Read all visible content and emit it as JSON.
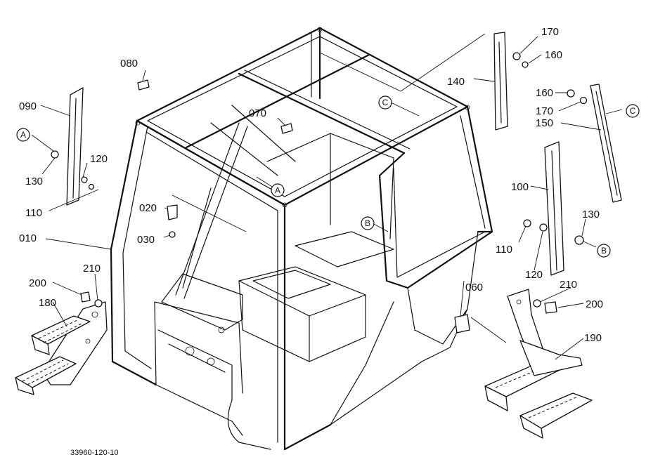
{
  "diagram": {
    "figure_number": "33960-120-10",
    "reference_marks": {
      "a": "A",
      "b": "B",
      "c": "C"
    },
    "parts": {
      "p010": "010",
      "p020": "020",
      "p030": "030",
      "p060": "060",
      "p070": "070",
      "p080": "080",
      "p090": "090",
      "p100": "100",
      "p110_left": "110",
      "p110_right": "110",
      "p120_left": "120",
      "p120_right": "120",
      "p130_left": "130",
      "p130_right": "130",
      "p140": "140",
      "p150": "150",
      "p160_top": "160",
      "p160_right": "160",
      "p170_top": "170",
      "p170_right": "170",
      "p180": "180",
      "p190": "190",
      "p200_left": "200",
      "p200_right": "200",
      "p210_left": "210",
      "p210_right": "210"
    }
  }
}
